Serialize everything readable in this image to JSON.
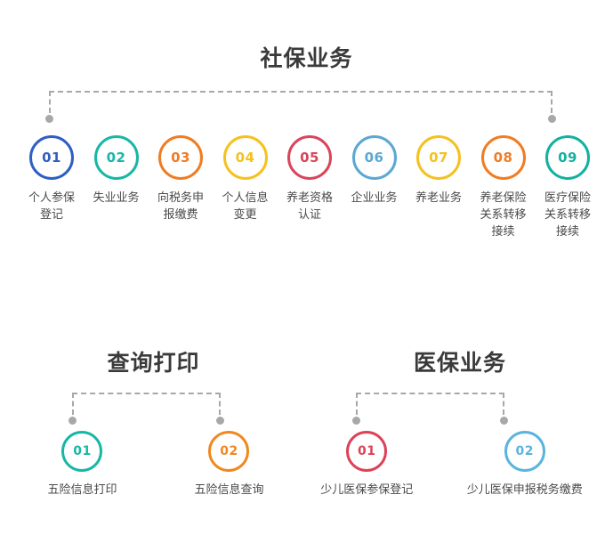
{
  "sections": [
    {
      "key": "social_security",
      "title": "社保业务",
      "items": [
        {
          "num": "01",
          "label": "个人参保登记",
          "color": "#2f5fc4"
        },
        {
          "num": "02",
          "label": "失业业务",
          "color": "#17b7a6"
        },
        {
          "num": "03",
          "label": "向税务申报缴费",
          "color": "#f07c23"
        },
        {
          "num": "04",
          "label": "个人信息变更",
          "color": "#f5c11e"
        },
        {
          "num": "05",
          "label": "养老资格认证",
          "color": "#d9455a"
        },
        {
          "num": "06",
          "label": "企业业务",
          "color": "#5ba7d4"
        },
        {
          "num": "07",
          "label": "养老业务",
          "color": "#f5c11e"
        },
        {
          "num": "08",
          "label": "养老保险关系转移接续",
          "color": "#f07c23"
        },
        {
          "num": "09",
          "label": "医疗保险关系转移接续",
          "color": "#14b0a0"
        }
      ]
    },
    {
      "key": "query_print",
      "title": "查询打印",
      "items": [
        {
          "num": "01",
          "label": "五险信息打印",
          "color": "#17b7a6"
        },
        {
          "num": "02",
          "label": "五险信息查询",
          "color": "#f0881f"
        }
      ]
    },
    {
      "key": "medical_insurance",
      "title": "医保业务",
      "items": [
        {
          "num": "01",
          "label": "少儿医保参保登记",
          "color": "#dc4257"
        },
        {
          "num": "02",
          "label": "少儿医保申报税务缴费",
          "color": "#5ab4de"
        }
      ]
    }
  ],
  "decor": {
    "bracket_color": "#a8a8a8",
    "title_color": "#3a3a3a",
    "label_color": "#4a4a4a"
  }
}
